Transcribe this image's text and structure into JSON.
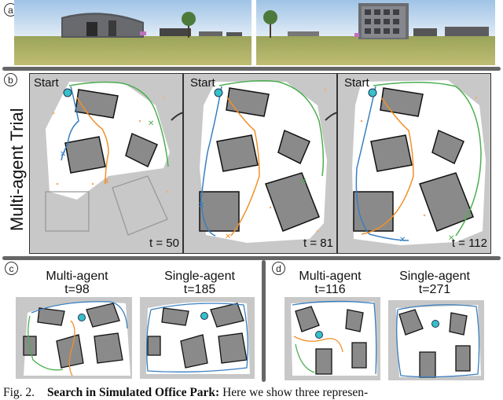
{
  "panels": {
    "a": {
      "letter": "a"
    },
    "b": {
      "letter": "b",
      "row_title": "Multi-agent Trial",
      "maps": [
        {
          "start": "Start",
          "time": "t = 50"
        },
        {
          "start": "Start",
          "time": "t = 81"
        },
        {
          "start": "Start",
          "time": "t = 112"
        }
      ]
    },
    "c": {
      "letter": "c",
      "multi_title": "Multi-agent",
      "multi_time": "t=98",
      "single_title": "Single-agent",
      "single_time": "t=185"
    },
    "d": {
      "letter": "d",
      "multi_title": "Multi-agent",
      "multi_time": "t=116",
      "single_title": "Single-agent",
      "single_time": "t=271"
    }
  },
  "caption": {
    "prefix": "Fig. 2.",
    "bold": "Search in Simulated Office Park:",
    "text": " Here we show three represen-"
  },
  "colors": {
    "blue_agent": "#3a7fc1",
    "orange_agent": "#f0902a",
    "green_agent": "#4caf50",
    "building": "#8a8a8a",
    "unknown": "#c8c8c8"
  }
}
